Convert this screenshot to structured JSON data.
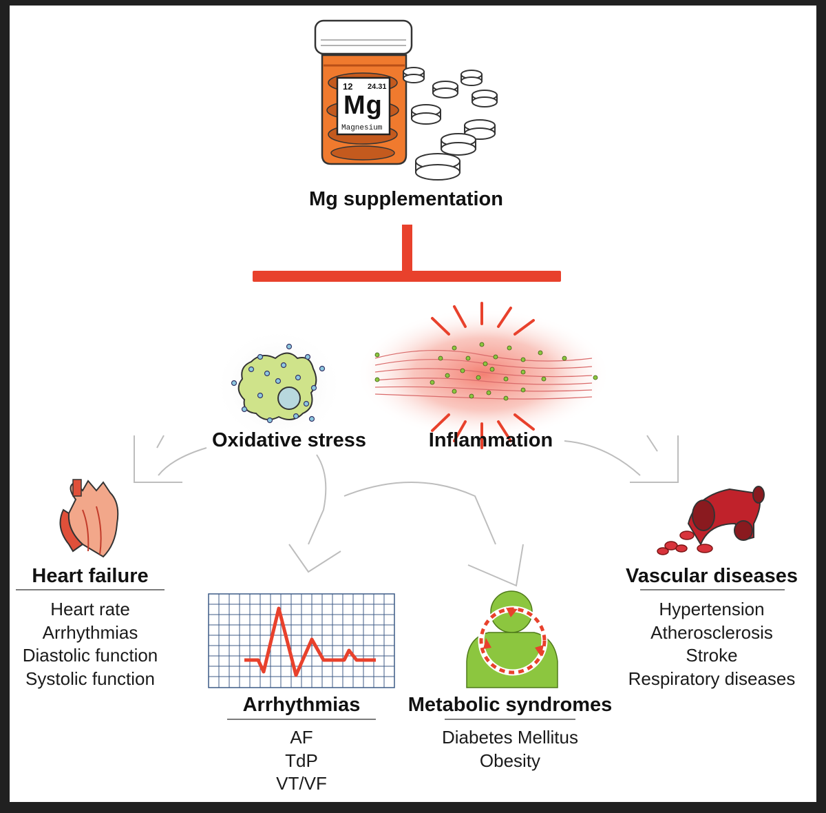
{
  "pill_label": {
    "number": "12",
    "mass": "24.31",
    "symbol": "Mg",
    "name": "Magnesium"
  },
  "top_title": "Mg supplementation",
  "mechanisms": {
    "oxidative": "Oxidative stress",
    "inflammation": "Inflammation"
  },
  "outcomes": {
    "heart_failure": {
      "title": "Heart failure",
      "items": [
        "Heart rate",
        "Arrhythmias",
        "Diastolic function",
        "Systolic function"
      ]
    },
    "arrhythmias": {
      "title": "Arrhythmias",
      "items": [
        "AF",
        "TdP",
        "VT/VF"
      ]
    },
    "metabolic": {
      "title": "Metabolic syndromes",
      "items": [
        "Diabetes Mellitus",
        "Obesity"
      ]
    },
    "vascular": {
      "title": "Vascular diseases",
      "items": [
        "Hypertension",
        "Atherosclerosis",
        "Stroke",
        "Respiratory diseases"
      ]
    }
  },
  "colors": {
    "inhibit_red": "#e8412c",
    "bottle_orange": "#f07a2e",
    "cell_green": "#c6dd7a",
    "dots_blue": "#8ec9e0",
    "person_green": "#8cc63f",
    "vessel_red": "#c0222b",
    "arrow_outline": "#bdbdbd"
  },
  "icons": [
    "pill-bottle-icon",
    "tablets-icon",
    "cell-icon",
    "inflamed-tissue-icon",
    "heart-icon",
    "ecg-icon",
    "person-cycle-icon",
    "blood-vessel-icon"
  ]
}
